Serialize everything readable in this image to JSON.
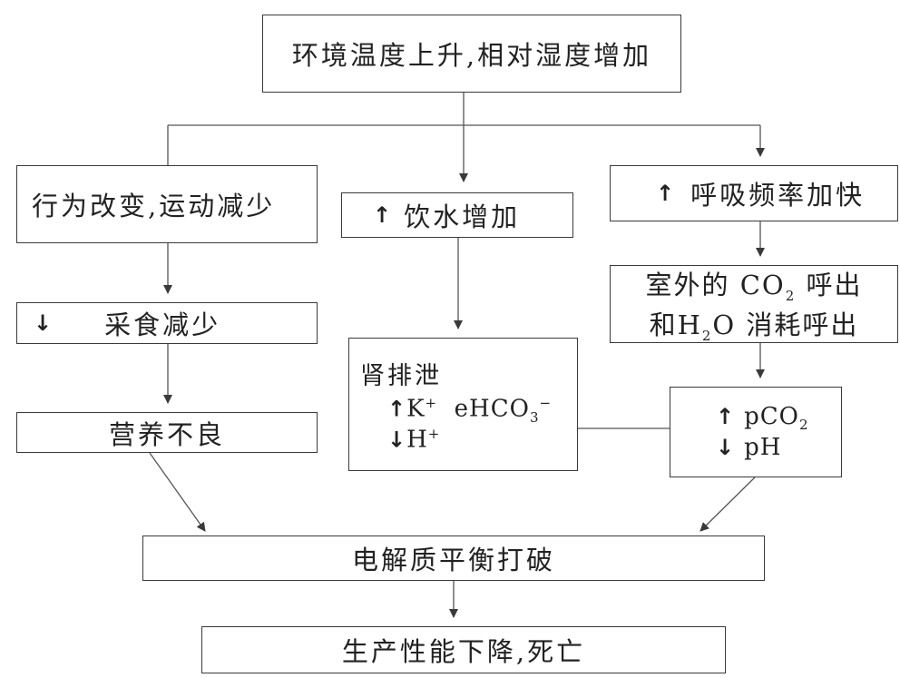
{
  "nodes": {
    "top": "环境温度上升,相对湿度增加",
    "behavior": "行为改变,运动减少",
    "feeding": "采食减少",
    "nutrition": "营养不良",
    "drinking": "饮水增加",
    "kidney": {
      "title": "肾排泄",
      "line1_ion": "K",
      "line1_ion_charge": "+",
      "line1_anion": "eHCO",
      "line1_anion_sub": "3",
      "line1_anion_charge": "−",
      "line2_ion": "H",
      "line2_ion_charge": "+"
    },
    "respiration": "呼吸频率加快",
    "exhale": {
      "line1_pre": "室外的 CO",
      "line1_sub": "2",
      "line1_post": " 呼出",
      "line2_pre": "和H",
      "line2_sub": "2",
      "line2_post": "O 消耗呼出"
    },
    "blood": {
      "line1_pre": "pCO",
      "line1_sub": "2",
      "line2": "pH"
    },
    "electrolyte": "电解质平衡打破",
    "outcome": "生产性能下降,死亡"
  },
  "indicators": {
    "up": "↑",
    "down": "↓"
  }
}
